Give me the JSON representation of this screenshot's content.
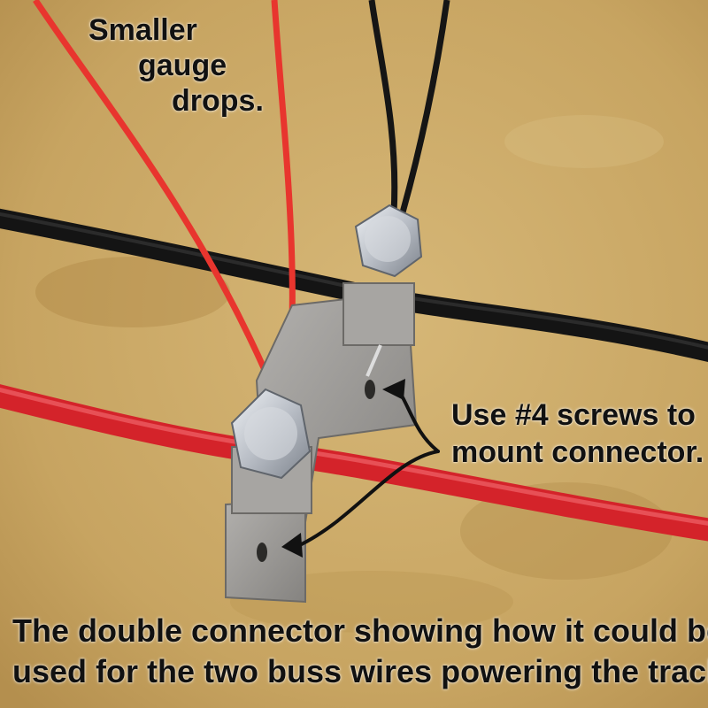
{
  "annotations": {
    "top_lines": [
      "Smaller",
      "gauge",
      "drops."
    ],
    "side_lines": [
      "Use #4 screws to",
      "mount connector."
    ],
    "bottom_lines": [
      "The double connector showing how it could be",
      "used for the two buss wires powering the track."
    ]
  },
  "colors": {
    "background": "#c9a766",
    "red_wire": "#d8242a",
    "black_wire": "#1a1a1a",
    "plastic": "#9c9a98",
    "bolt": "#c8ccd2",
    "text": "#111111"
  }
}
